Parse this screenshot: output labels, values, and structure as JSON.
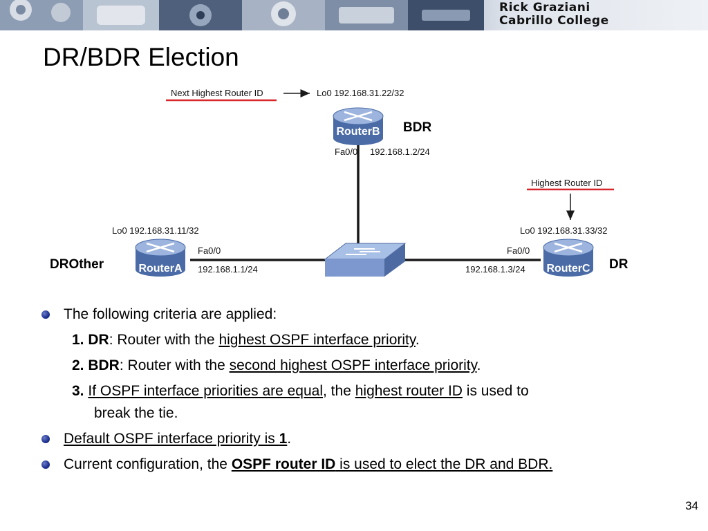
{
  "banner": {
    "author": "Rick Graziani",
    "college": "Cabrillo College"
  },
  "title": "DR/BDR Election",
  "diagram": {
    "router_b": {
      "name": "RouterB",
      "role": "BDR",
      "loopback": "Lo0 192.168.31.22/32",
      "interface": "Fa0/0",
      "ip": "192.168.1.2/24",
      "callout": "Next Highest Router ID"
    },
    "router_a": {
      "name": "RouterA",
      "role": "DROther",
      "loopback": "Lo0 192.168.31.11/32",
      "interface": "Fa0/0",
      "ip": "192.168.1.1/24"
    },
    "router_c": {
      "name": "RouterC",
      "role": "DR",
      "loopback": "Lo0 192.168.31.33/32",
      "interface": "Fa0/0",
      "ip": "192.168.1.3/24",
      "callout": "Highest Router ID"
    },
    "colors": {
      "router_fill": "#6e8dc4",
      "router_dark": "#3e5c96",
      "switch_fill": "#8aa6d8",
      "callout_underline": "#d8262b",
      "link": "#1a1a1a"
    }
  },
  "bullets": {
    "b1": "The following criteria are applied:",
    "s1_num": "1. DR",
    "s1_a": ": Router with the ",
    "s1_u": "highest OSPF interface priority",
    "s1_end": ".",
    "s2_num": "2. BDR",
    "s2_a": ": Router with the ",
    "s2_u": "second highest OSPF interface priority",
    "s2_end": ".",
    "s3_num": "3.",
    "s3_sp": " ",
    "s3_u1": "If OSPF interface priorities are equal",
    "s3_a": ", the ",
    "s3_u2": "highest router ID",
    "s3_b": " is used to",
    "s3_cont": "break the tie.",
    "b2_u": "Default OSPF interface priority is ",
    "b2_bold": "1",
    "b2_end": ".",
    "b3_a": "Current configuration, the ",
    "b3_bold": "OSPF router ID",
    "b3_u": " is used to elect the DR and BDR."
  },
  "page_number": "34"
}
